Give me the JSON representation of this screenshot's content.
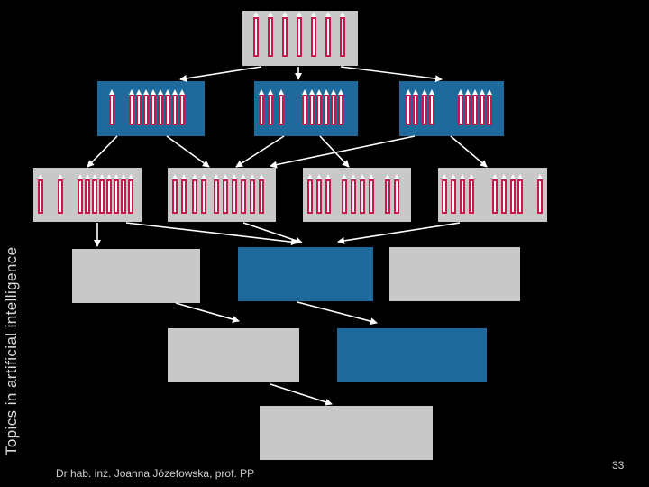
{
  "side_title": "Topics in artificial intelligence",
  "footer": {
    "credit": "Dr hab. inż. Joanna Józefowska, prof. PP",
    "page_number": "33"
  },
  "colors": {
    "background": "#000000",
    "grey_box": "#c8c8c8",
    "blue_box": "#1f6a9c",
    "crayon_red": "#c8184a",
    "crayon_tip": "#ffffff",
    "arrow": "#ffffff"
  }
}
